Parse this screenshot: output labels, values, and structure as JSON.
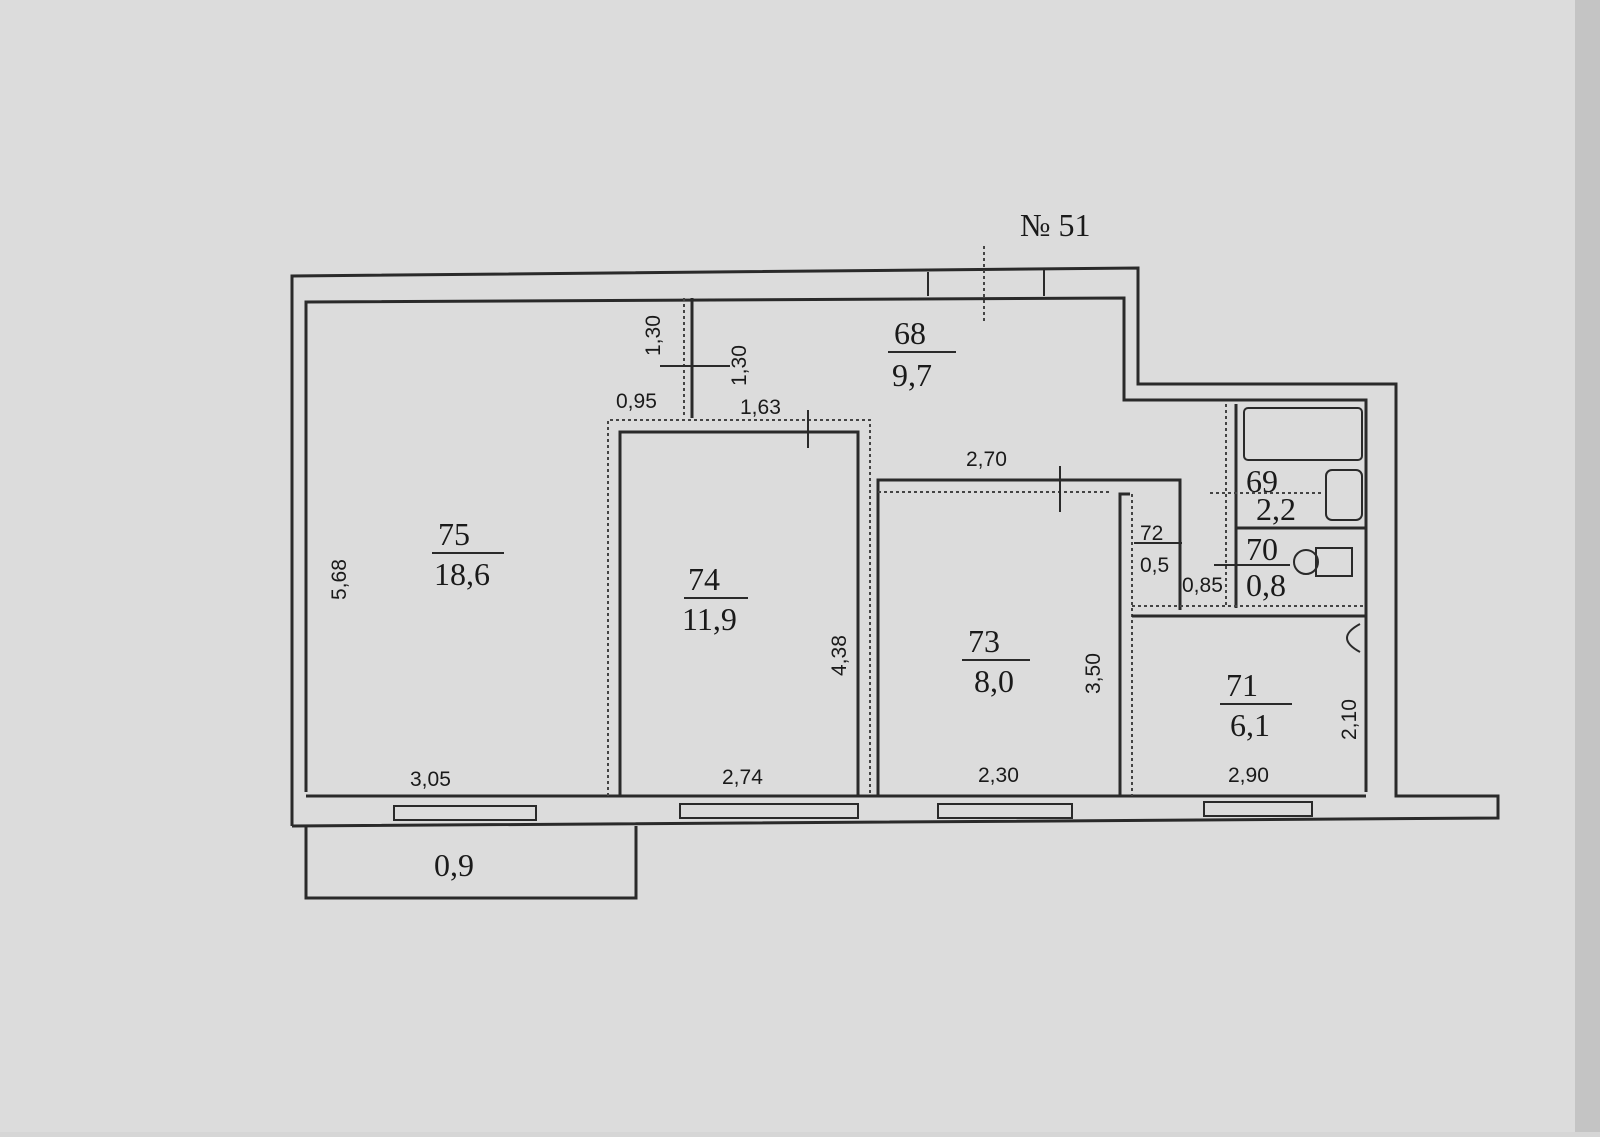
{
  "apartment_label": "№ 51",
  "rooms": [
    {
      "id": "75",
      "area": "18,6"
    },
    {
      "id": "74",
      "area": "11,9"
    },
    {
      "id": "73",
      "area": "8,0"
    },
    {
      "id": "68",
      "area": "9,7"
    },
    {
      "id": "69",
      "area": "2,2"
    },
    {
      "id": "70",
      "area": "0,8"
    },
    {
      "id": "72",
      "area": "0,5"
    },
    {
      "id": "71",
      "area": "6,1"
    }
  ],
  "balcony_area": "0,9",
  "dimensions": {
    "room75_height": "5,68",
    "closet_height_a": "1,30",
    "closet_height_b": "1,30",
    "closet_width": "0,95",
    "hall_width": "1,63",
    "corridor_width": "2,70",
    "room74_height": "4,38",
    "room73_height": "3,50",
    "wc_width": "0,85",
    "kitchen_height": "2,10",
    "room75_width": "3,05",
    "room74_width": "2,74",
    "room73_width": "2,30",
    "kitchen_width": "2,90"
  },
  "colors": {
    "paper": "#d6d6d6",
    "ink": "#2a2a2a"
  }
}
